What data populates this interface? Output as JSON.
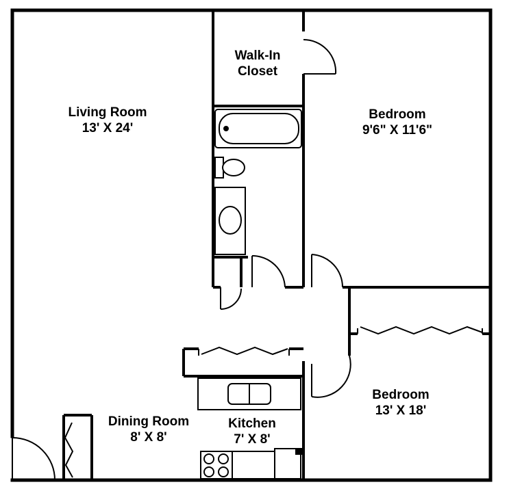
{
  "rooms": {
    "living_room": {
      "name": "Living Room",
      "size": "13' X 24'"
    },
    "walk_in_closet": {
      "name_line1": "Walk-In",
      "name_line2": "Closet"
    },
    "bedroom_1": {
      "name": "Bedroom",
      "size": "9'6\" X 11'6\""
    },
    "bedroom_2": {
      "name": "Bedroom",
      "size": "13' X 18'"
    },
    "dining_room": {
      "name": "Dining Room",
      "size": "8' X 8'"
    },
    "kitchen": {
      "name": "Kitchen",
      "size": "7' X 8'"
    }
  },
  "colors": {
    "wall": "#000000",
    "background": "#ffffff",
    "fixture_fill": "#ffffff"
  },
  "icons": [
    "door-swing-icon",
    "bathtub-icon",
    "toilet-icon",
    "sink-icon",
    "stove-icon",
    "kitchen-sink-icon",
    "bifold-door-icon"
  ]
}
